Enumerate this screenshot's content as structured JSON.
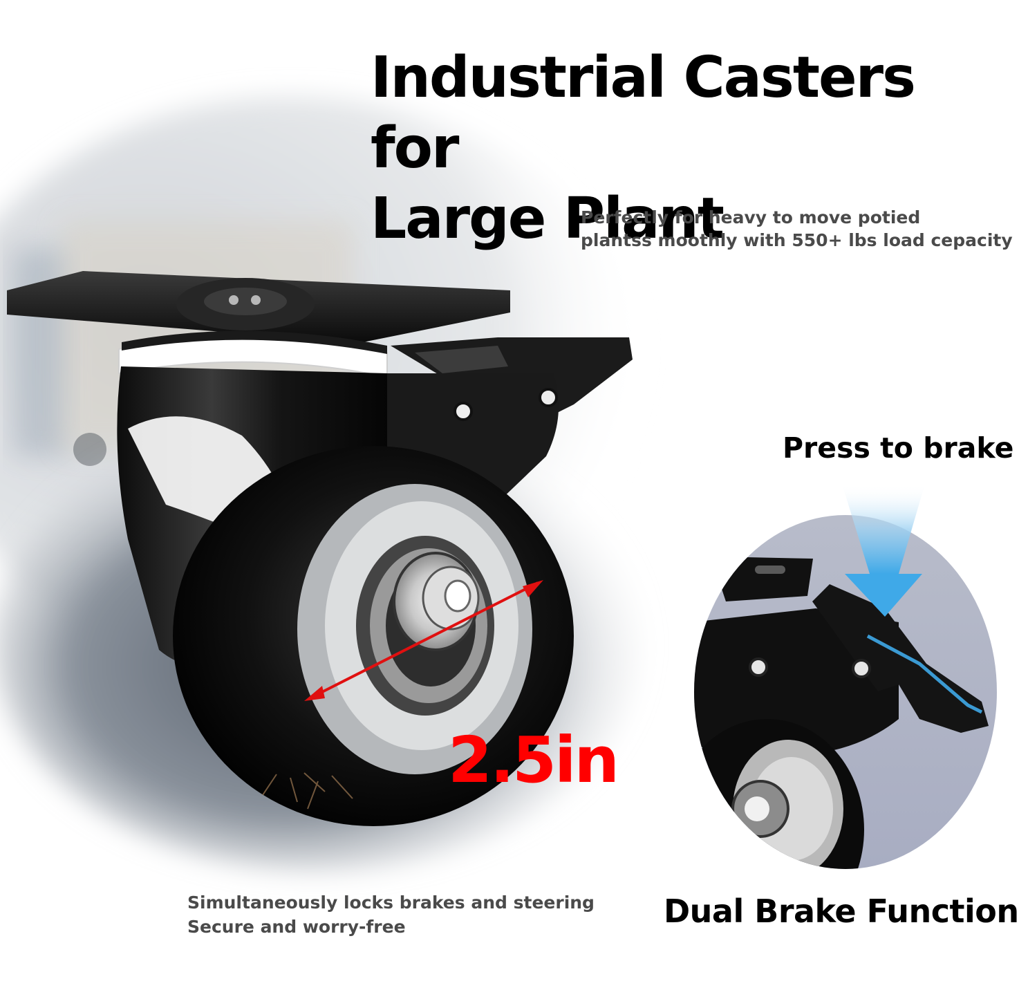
{
  "headline": {
    "line1": "Industrial Casters for",
    "line2": "Large Plant"
  },
  "subtext": {
    "line1": "Perfectly for heavy to move potied",
    "line2": "plantss moothly with 550+ lbs load cepacity"
  },
  "dimension": {
    "label": "2.5in",
    "color": "#ff0000"
  },
  "brake_callout": {
    "press_label": "Press to brake",
    "feature_title": "Dual Brake Function",
    "arrow_color": "#3fa9e8"
  },
  "bottom_note": {
    "line1": "Simultaneously locks brakes and steering",
    "line2": "Secure and worry-free"
  }
}
